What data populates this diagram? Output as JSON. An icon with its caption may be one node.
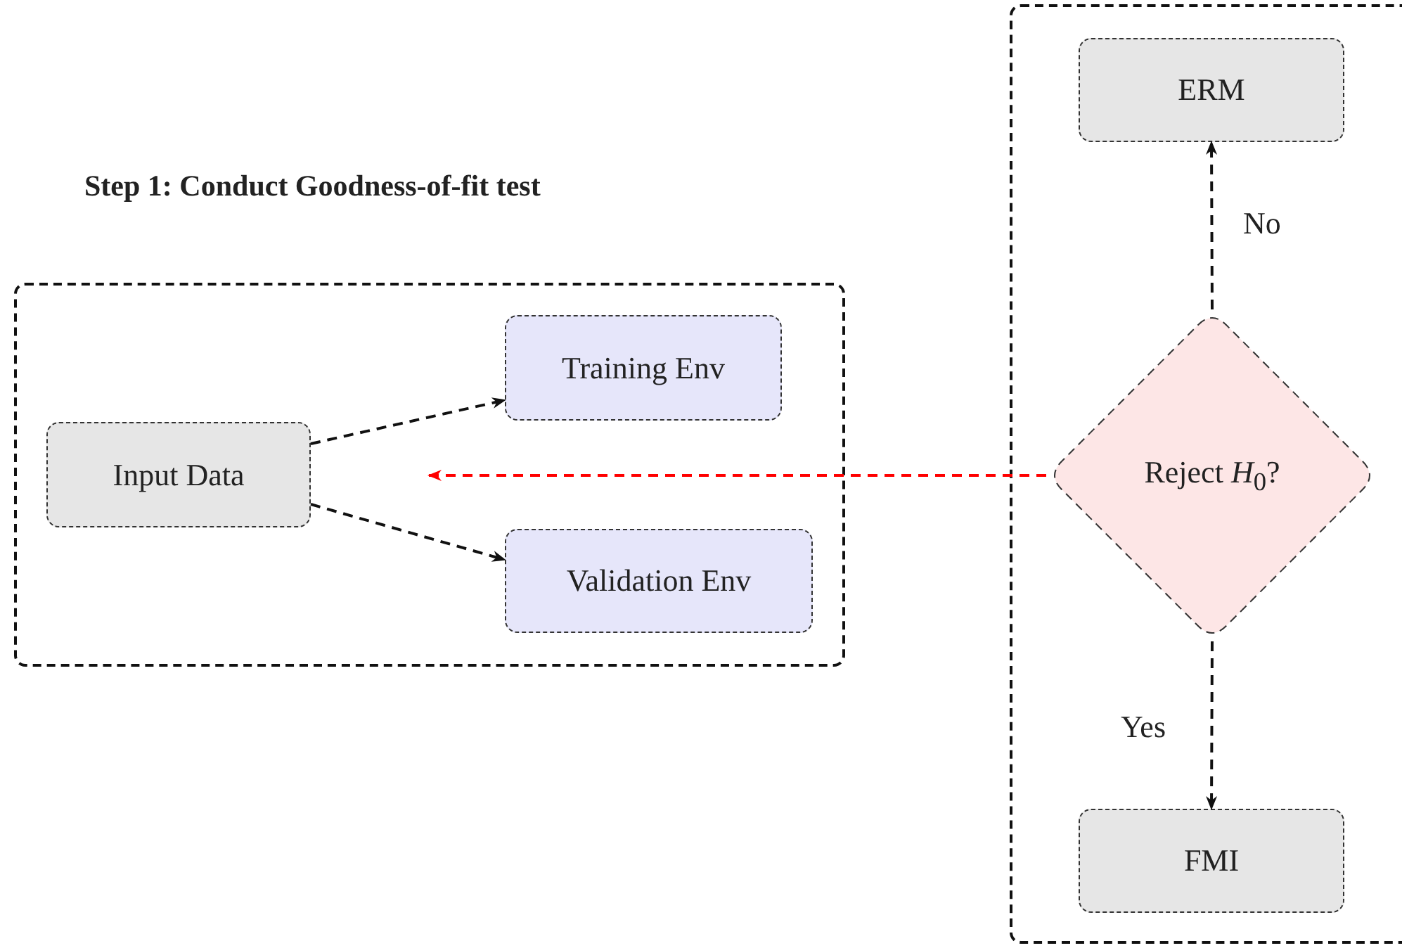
{
  "diagram": {
    "title": "Step 1: Conduct Goodness-of-fit test",
    "nodes": [
      {
        "text": [],
        "shape": "box"
      },
      {
        "text": [
          "Input Data"
        ],
        "in": 0
      },
      {
        "text": [
          "Training Env"
        ],
        "in": 0
      },
      {
        "text": [
          "Validation Env"
        ],
        "in": 0
      },
      {
        "text": [],
        "shape": "box"
      },
      {
        "text": [
          "ERM"
        ],
        "in": 4
      },
      {
        "text": [
          "Reject *H*$_{0}$?"
        ],
        "in": 4
      },
      {
        "text": [
          "FMI"
        ],
        "in": 4
      }
    ],
    "edges": [
      {
        "from": 1,
        "to": 2,
        "arrow": "to",
        "style": "dashed"
      },
      {
        "from": 1,
        "to": 3,
        "arrow": "to",
        "style": "dashed"
      },
      {
        "from": 6,
        "to": 5,
        "arrow": "to",
        "style": "dashed",
        "label": "No"
      },
      {
        "from": 6,
        "to": 7,
        "arrow": "to",
        "style": "dashed",
        "label": "Yes"
      },
      {
        "from": 6,
        "to": null,
        "arrow": "to",
        "style": "dashed",
        "color": "#ff0000"
      }
    ]
  }
}
